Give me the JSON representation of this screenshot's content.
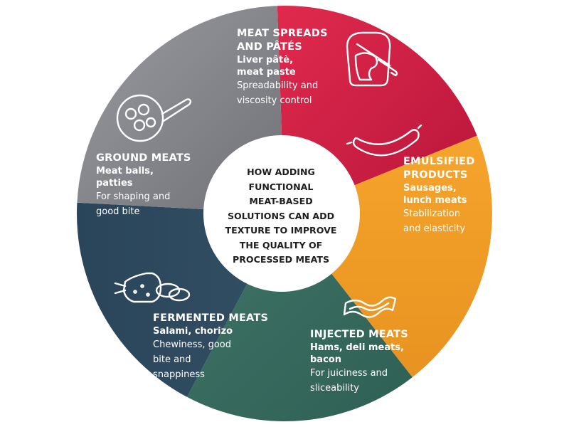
{
  "center": {
    "lines": [
      "HOW ADDING",
      "FUNCTIONAL",
      "MEAT-BASED",
      "SOLUTIONS CAN ADD",
      "TEXTURE TO IMPROVE",
      "THE QUALITY OF",
      "PROCESSED MEATS"
    ]
  },
  "segments": [
    {
      "id": "meat-spreads",
      "title": [
        "MEAT SPREADS",
        "AND PÂTÉS"
      ],
      "examples": [
        "Liver pâtè,",
        "meat paste"
      ],
      "purpose": [
        "Spreadability and",
        "viscosity control"
      ],
      "color": "#d81e45",
      "icon": "toast-spread-icon"
    },
    {
      "id": "emulsified",
      "title": [
        "EMULSIFIED",
        "PRODUCTS"
      ],
      "examples": [
        "Sausages,",
        "lunch meats"
      ],
      "purpose": [
        "Stabilization",
        "and elasticity"
      ],
      "color": "#f2a027",
      "icon": "sausage-icon"
    },
    {
      "id": "injected",
      "title": [
        "INJECTED MEATS"
      ],
      "examples": [
        "Hams, deli meats,",
        "bacon"
      ],
      "purpose": [
        "For juiciness and",
        "sliceability"
      ],
      "color": "#3b6f62",
      "icon": "bacon-icon"
    },
    {
      "id": "fermented",
      "title": [
        "FERMENTED MEATS"
      ],
      "examples": [
        "Salami, chorizo"
      ],
      "purpose": [
        "Chewiness, good",
        "bite and",
        "snappiness"
      ],
      "color": "#2d4a5e",
      "icon": "salami-icon"
    },
    {
      "id": "ground",
      "title": [
        "GROUND MEATS"
      ],
      "examples": [
        "Meat balls,",
        "patties"
      ],
      "purpose": [
        "For shaping and",
        "good bite"
      ],
      "color": "#8f9096",
      "icon": "meatball-pan-icon"
    }
  ]
}
